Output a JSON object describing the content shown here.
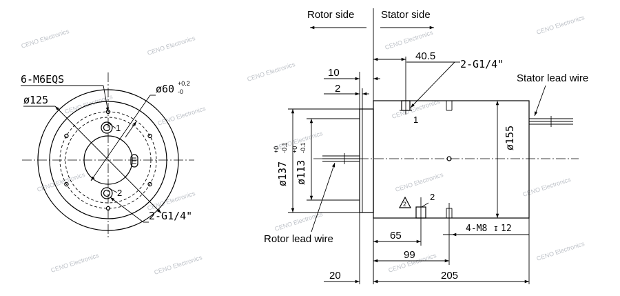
{
  "front_view": {
    "thread_holes": "6-M6EQS",
    "outer_diameter": "ø125",
    "bore_diameter": "ø60",
    "bore_tol_upper": "+0.2",
    "bore_tol_lower": "-0",
    "port_1": "1",
    "port_2": "2",
    "port_thread": "2-G1/4\""
  },
  "side_view": {
    "rotor_side": "Rotor side",
    "stator_side": "Stator side",
    "dim_40_5": "40.5",
    "port_thread": "2-G1/4\"",
    "dim_10": "10",
    "dim_2": "2",
    "stator_lead_wire": "Stator lead wire",
    "port_1": "1",
    "port_2": "2",
    "flange_dia_137": "ø137",
    "flange_dia_137_tol_upper": "+0",
    "flange_dia_137_tol_lower": "-0.1",
    "flange_dia_113": "ø113",
    "flange_dia_113_tol_upper": "+0",
    "flange_dia_113_tol_lower": "-0.1",
    "body_dia_155": "ø155",
    "rotor_lead_wire": "Rotor lead wire",
    "dim_65": "65",
    "dim_99": "99",
    "mount_holes": "4-M8",
    "mount_depth": "12",
    "dim_20": "20",
    "dim_205": "205",
    "marker_2": "2"
  },
  "watermark": "CENO Electronics"
}
